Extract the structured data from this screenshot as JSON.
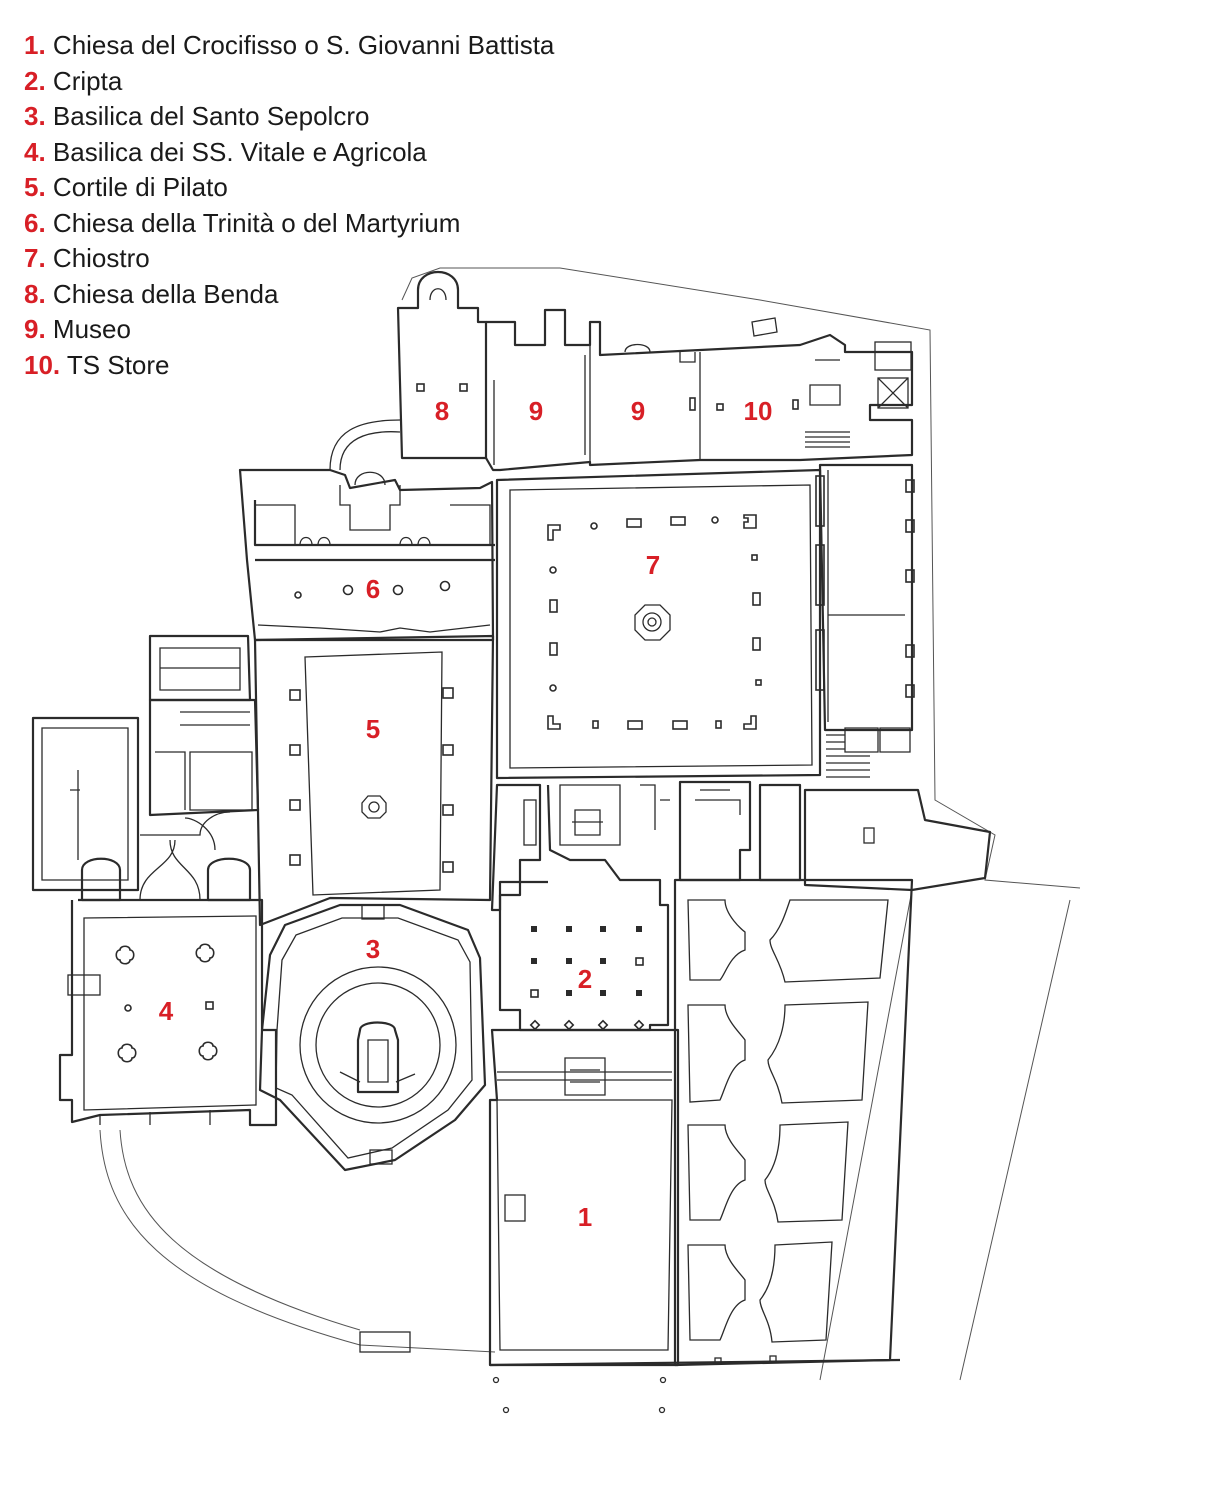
{
  "legend": [
    {
      "num": "1.",
      "name": "Chiesa del Crocifisso o S. Giovanni Battista"
    },
    {
      "num": "2.",
      "name": "Cripta"
    },
    {
      "num": "3.",
      "name": "Basilica del Santo Sepolcro"
    },
    {
      "num": "4.",
      "name": "Basilica dei SS. Vitale e Agricola"
    },
    {
      "num": "5.",
      "name": "Cortile di Pilato"
    },
    {
      "num": "6.",
      "name": "Chiesa della Trinità o del Martyrium"
    },
    {
      "num": "7.",
      "name": "Chiostro"
    },
    {
      "num": "8.",
      "name": "Chiesa della Benda"
    },
    {
      "num": "9.",
      "name": "Museo"
    },
    {
      "num": "10.",
      "name": "TS Store"
    }
  ],
  "map_labels": {
    "r1": "1",
    "r2": "2",
    "r3": "3",
    "r4": "4",
    "r5": "5",
    "r6": "6",
    "r7": "7",
    "r8": "8",
    "r9a": "9",
    "r9b": "9",
    "r10": "10"
  },
  "colors": {
    "label": "#d81f26",
    "line": "#2b2b2b",
    "text": "#1a1a1a"
  }
}
